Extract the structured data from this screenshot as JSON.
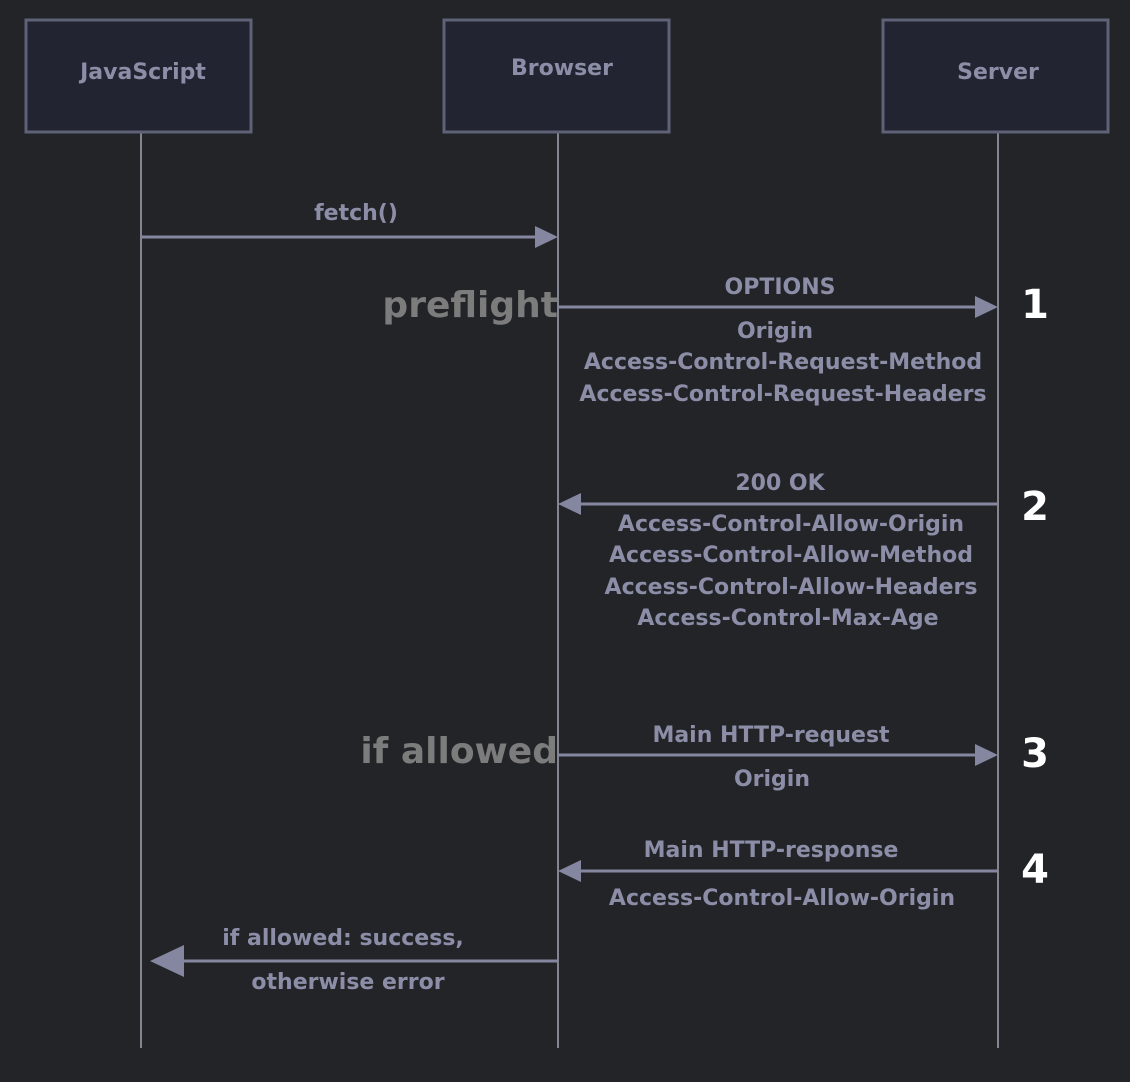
{
  "actors": {
    "javascript": "JavaScript",
    "browser": "Browser",
    "server": "Server"
  },
  "messages": {
    "fetch": {
      "label": "fetch()"
    },
    "preflight": {
      "side_label": "preflight",
      "label": "OPTIONS",
      "headers": [
        "Origin",
        "Access-Control-Request-Method",
        "Access-Control-Request-Headers"
      ],
      "step": "1"
    },
    "preflight_response": {
      "label": "200 OK",
      "headers": [
        "Access-Control-Allow-Origin",
        "Access-Control-Allow-Method",
        "Access-Control-Allow-Headers",
        "Access-Control-Max-Age"
      ],
      "step": "2"
    },
    "main_request": {
      "side_label": "if allowed",
      "label": "Main HTTP-request",
      "headers": [
        "Origin"
      ],
      "step": "3"
    },
    "main_response": {
      "label": "Main HTTP-response",
      "headers": [
        "Access-Control-Allow-Origin"
      ],
      "step": "4"
    },
    "result": {
      "label": "if allowed: success,",
      "sublabel": "otherwise error"
    }
  },
  "colors": {
    "background": "#232428",
    "box_fill": "#222431",
    "box_stroke": "#5f6177",
    "text": "#8c8ea8",
    "arrow": "#8587a0",
    "side_label": "#7c7c7c",
    "step_number": "#ffffff"
  }
}
